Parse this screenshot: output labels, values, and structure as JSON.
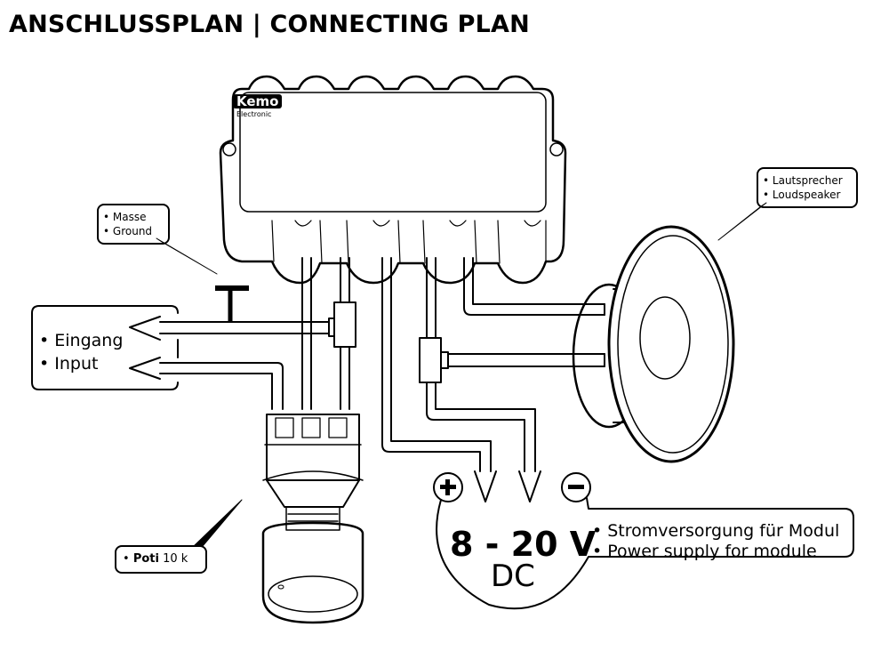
{
  "title": "ANSCHLUSSPLAN | CONNECTING PLAN",
  "module": {
    "brand": "Kemo",
    "brand_sub": "Electronic"
  },
  "labels": {
    "ground": [
      "Masse",
      "Ground"
    ],
    "loudspeaker": [
      "Lautsprecher",
      "Loudspeaker"
    ],
    "input": [
      "Eingang",
      "Input"
    ],
    "poti": {
      "name": "Poti",
      "value": "10 k"
    },
    "power": {
      "voltage": "8 - 20 V",
      "type": "DC",
      "lines": [
        "Stromversorgung für Modul",
        "Power supply for module"
      ],
      "plus_symbol": "+",
      "minus_symbol": "−"
    }
  },
  "colors": {
    "line": "#000000",
    "background": "#ffffff"
  }
}
